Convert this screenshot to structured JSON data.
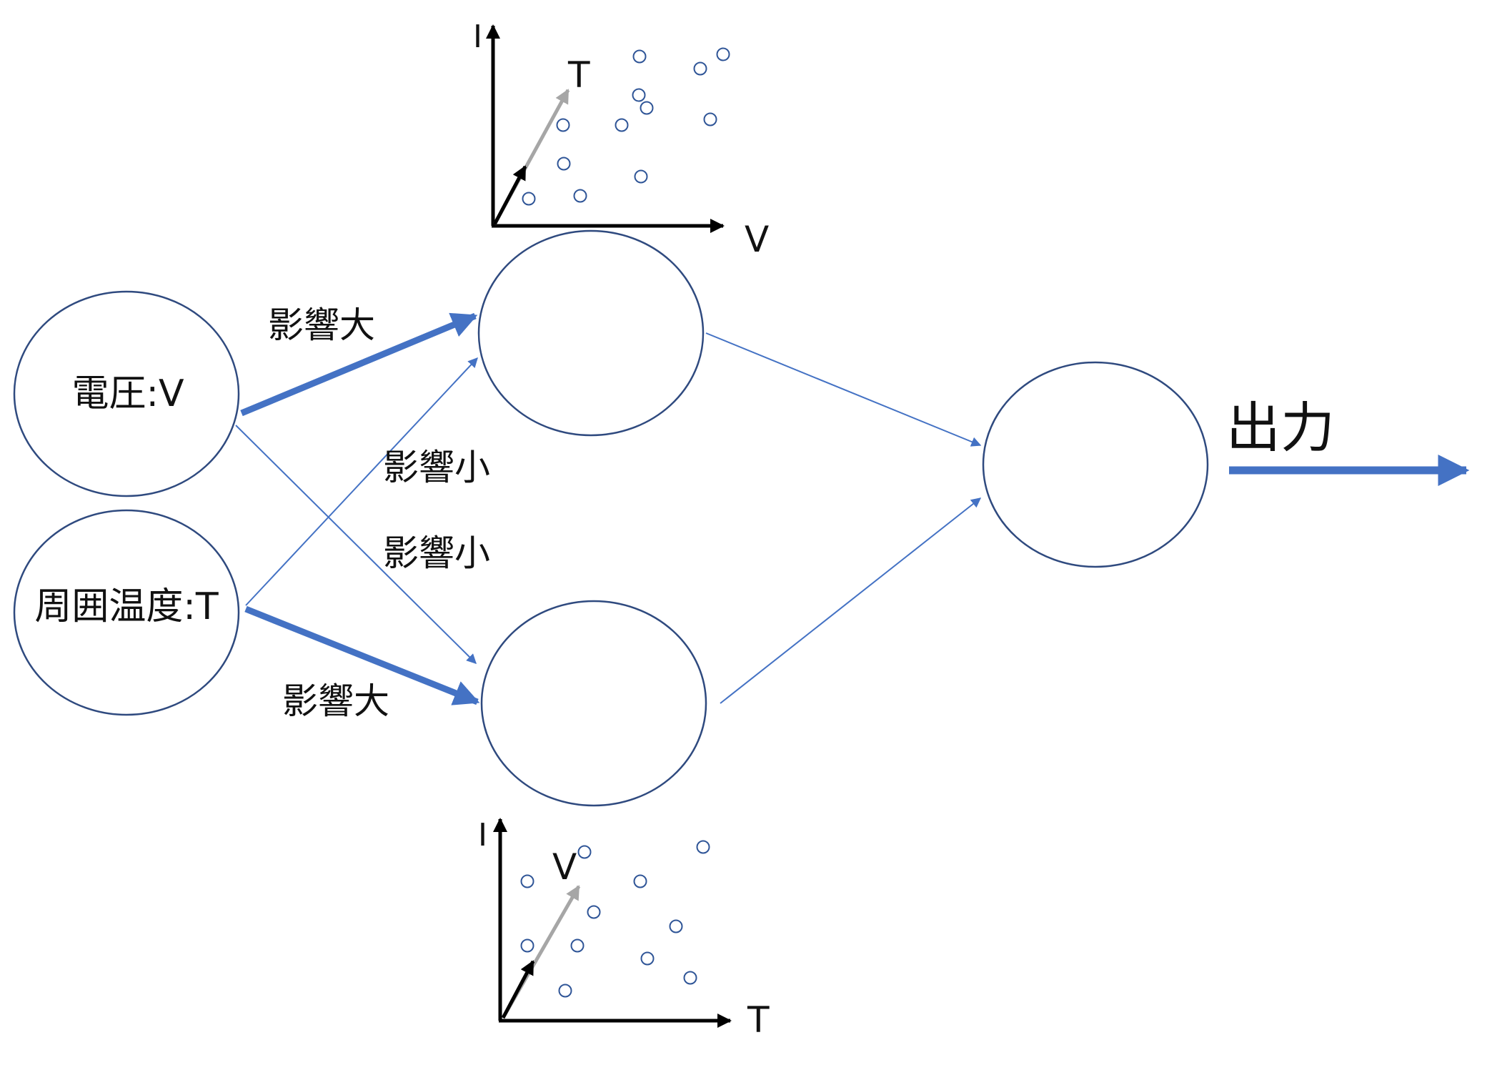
{
  "colors": {
    "accent": "#4472c4",
    "node_stroke": "#2f4a7f",
    "gray_arrow": "#a6a6a6",
    "point": "#2f5597"
  },
  "nodes": {
    "input_voltage": "電圧:V",
    "input_temperature": "周囲温度:T",
    "hidden_top": "",
    "hidden_bottom": "",
    "output": ""
  },
  "edge_labels": {
    "v_to_top": "影響大",
    "t_to_top": "影響小",
    "v_to_bottom": "影響小",
    "t_to_bottom": "影響大"
  },
  "output_label": "出力",
  "top_plot": {
    "y_axis_label": "I",
    "x_axis_label": "V",
    "gray_arrow_label": "T"
  },
  "bottom_plot": {
    "y_axis_label": "I",
    "x_axis_label": "T",
    "gray_arrow_label": "V"
  }
}
